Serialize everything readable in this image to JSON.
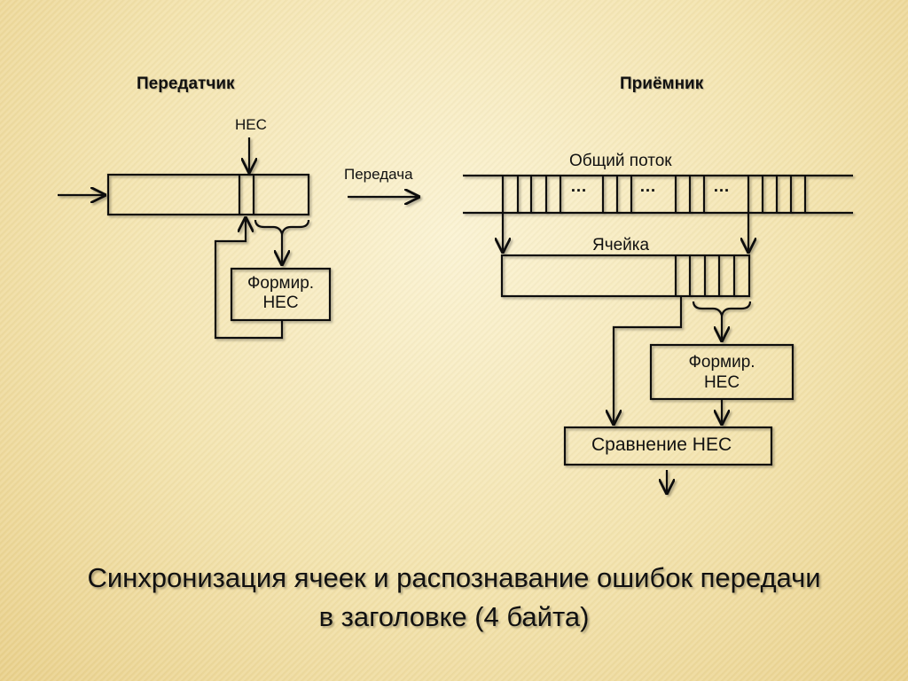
{
  "transmitter": {
    "title": "Передатчик",
    "hec_label": "HEC",
    "former_line1": "Формир.",
    "former_line2": "HEC"
  },
  "transfer_label": "Передача",
  "receiver": {
    "title": "Приёмник",
    "stream_label": "Общий поток",
    "cell_label": "Ячейка",
    "former_line1": "Формир.",
    "former_line2": "HEC",
    "compare_label": "Сравнение HEC",
    "ellipsis": "…"
  },
  "caption": {
    "line1": "Синхронизация ячеек и распознавание ошибок передачи",
    "line2": "в заголовке (4 байта)"
  }
}
